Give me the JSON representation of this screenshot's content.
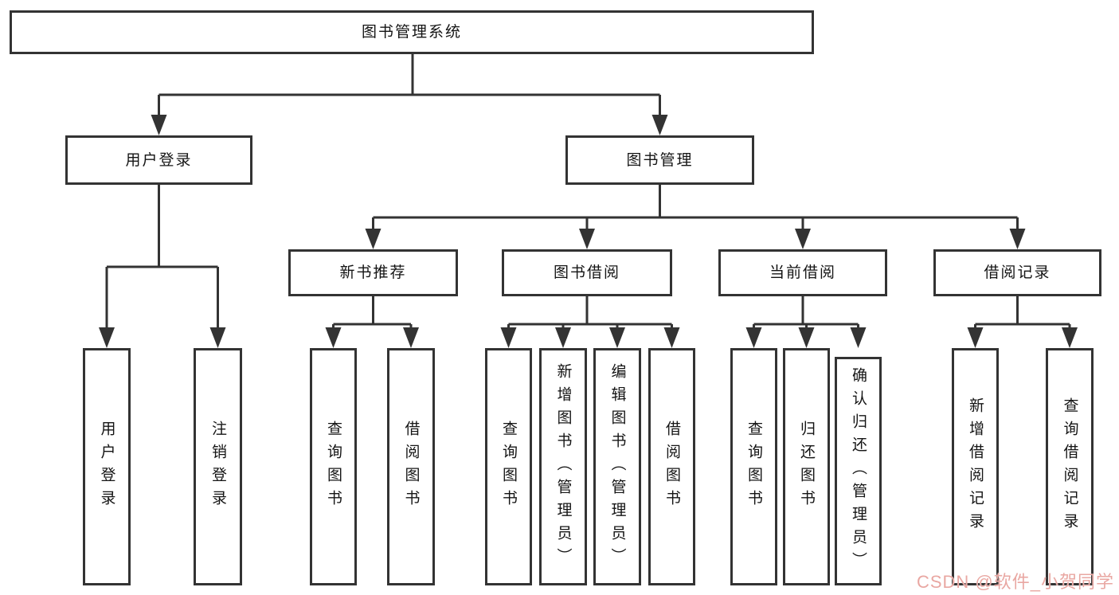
{
  "tree": {
    "root": {
      "label": "图书管理系统",
      "children": [
        {
          "label": "用户登录",
          "children": [
            {
              "label": "用户登录"
            },
            {
              "label": "注销登录"
            }
          ]
        },
        {
          "label": "图书管理",
          "children": [
            {
              "label": "新书推荐",
              "children": [
                {
                  "label": "查询图书"
                },
                {
                  "label": "借阅图书"
                }
              ]
            },
            {
              "label": "图书借阅",
              "children": [
                {
                  "label": "查询图书"
                },
                {
                  "label": "新增图书（管理员）"
                },
                {
                  "label": "编辑图书（管理员）"
                },
                {
                  "label": "借阅图书"
                }
              ]
            },
            {
              "label": "当前借阅",
              "children": [
                {
                  "label": "查询图书"
                },
                {
                  "label": "归还图书"
                },
                {
                  "label": "确认归还（管理员）"
                }
              ]
            },
            {
              "label": "借阅记录",
              "children": [
                {
                  "label": "新增借阅记录"
                },
                {
                  "label": "查询借阅记录"
                }
              ]
            }
          ]
        }
      ]
    }
  },
  "watermark": {
    "text": "CSDN @软件_小贺同学"
  },
  "colors": {
    "line": "#333333",
    "box_border": "#333333",
    "text": "#141414",
    "background": "#ffffff",
    "watermark": "#e9a7a2"
  }
}
